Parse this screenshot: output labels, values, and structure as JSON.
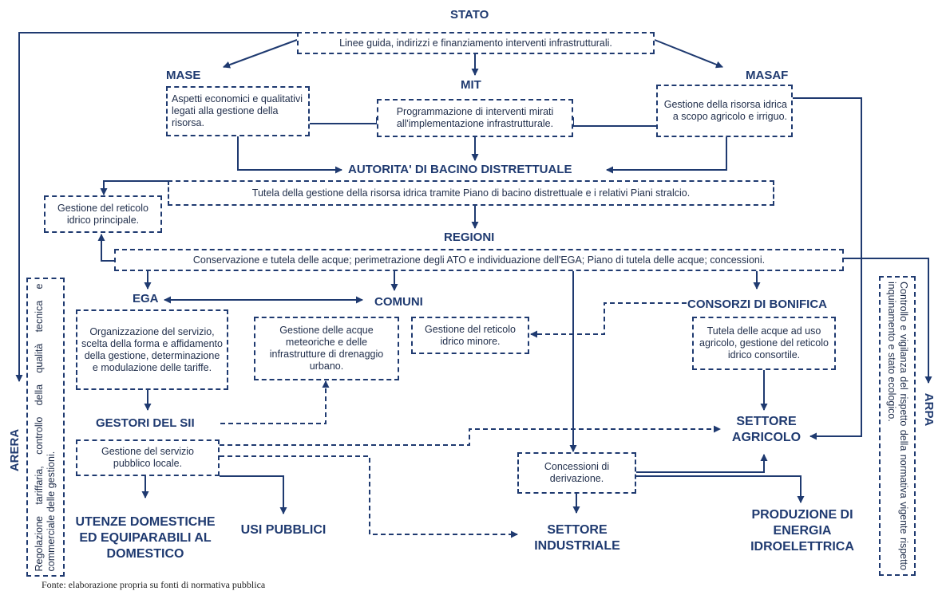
{
  "nodes": {
    "stato": "STATO",
    "stato_box": "Linee guida, indirizzi e finanziamento interventi infrastrutturali.",
    "mase": "MASE",
    "mase_box": "Aspetti economici e qualitativi legati alla gestione della risorsa.",
    "mit": "MIT",
    "mit_box": "Programmazione di interventi mirati all'implementazione infrastrutturale.",
    "masaf": "MASAF",
    "masaf_box": "Gestione della risorsa idrica a scopo agricolo e irriguo.",
    "autorita": "AUTORITA' DI BACINO DISTRETTUALE",
    "autorita_box": "Tutela della gestione della risorsa idrica tramite Piano di bacino distrettuale e i relativi Piani stralcio.",
    "reticolo_principale": "Gestione del reticolo idrico principale.",
    "regioni": "REGIONI",
    "regioni_box": "Conservazione e tutela delle acque; perimetrazione degli ATO e individuazione dell'EGA; Piano di tutela delle acque; concessioni.",
    "ega": "EGA",
    "ega_box": "Organizzazione del servizio, scelta della forma e affidamento della gestione, determinazione e modulazione delle tariffe.",
    "comuni": "COMUNI",
    "acque_meteoriche": "Gestione delle acque meteoriche e delle infrastrutture di drenaggio urbano.",
    "reticolo_minore": "Gestione del reticolo idrico minore.",
    "consorzi": "CONSORZI DI BONIFICA",
    "consorzi_box": "Tutela delle acque ad uso agricolo, gestione del reticolo idrico consortile.",
    "gestori": "GESTORI DEL SII",
    "gestori_box": "Gestione del servizio pubblico locale.",
    "concessioni_box": "Concessioni di derivazione.",
    "settore_agricolo": "SETTORE AGRICOLO",
    "utenze": "UTENZE DOMESTICHE ED EQUIPARABILI AL DOMESTICO",
    "usi_pubblici": "USI PUBBLICI",
    "settore_industriale": "SETTORE INDUSTRIALE",
    "produzione": "PRODUZIONE DI ENERGIA IDROELETTRICA",
    "arera": "ARERA",
    "arera_box": "Regolazione tariffaria, controllo della qualità tecnica e commerciale delle gestioni.",
    "arpa": "ARPA",
    "arpa_box": "Controllo e vigilanza del rispetto della normativa vigente rispetto inquinamento e stato ecologico."
  },
  "footnote": "Fonte: elaborazione propria su fonti di normativa pubblica",
  "colors": {
    "line": "#1f3a70",
    "text": "#1f2d4a"
  }
}
